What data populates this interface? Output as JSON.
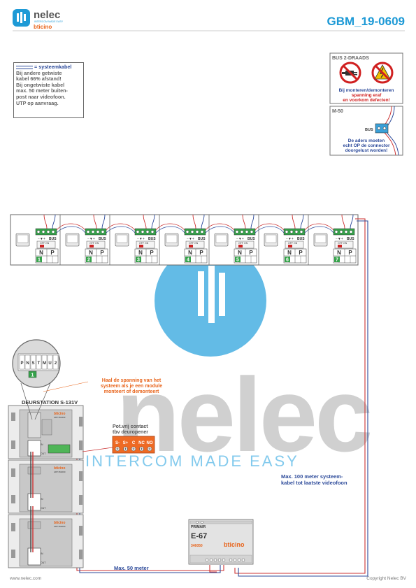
{
  "header": {
    "brand": "nelec",
    "tagline": "INTERCOM MADE EASY",
    "sub_brand": "bticino",
    "doc_id": "GBM_19-0609"
  },
  "legend": {
    "title": "= systeemkabel",
    "lines": [
      "Bij andere getwiste",
      "kabel 66% afstand!",
      "Bij ongetwiste kabel",
      "max. 50 meter buiten-",
      "post naar videofoon.",
      "UTP op aanvraag."
    ]
  },
  "warning": {
    "title": "BUS 2-DRAADS",
    "lines": [
      "Bij monteren/demonteren",
      "spanning eraf",
      "en voorkom defecten!"
    ]
  },
  "m50": {
    "title": "M-50",
    "bus_label": "BUS",
    "lines": [
      "De aders moeten",
      "echt OP de connector",
      "doorgelust worden!"
    ]
  },
  "videophones": {
    "bus_label": "BUS",
    "switch_label": "OFF ON",
    "terminal_labels": [
      "N",
      "P"
    ],
    "units": [
      "1",
      "2",
      "3",
      "4",
      "5",
      "6",
      "7"
    ]
  },
  "zoom": {
    "terminal_labels": [
      "P",
      "N",
      "S",
      "T",
      "M",
      "U",
      "2"
    ],
    "value": "1"
  },
  "station": {
    "title": "DEURSTATION S-131V",
    "module_brand": "bticino",
    "module_codes": [
      "ART.352403",
      "ART.352000",
      "ART.352000"
    ],
    "in_label": "IN",
    "out_label": "OUT"
  },
  "notes": {
    "power_warning": [
      "Haal de spanning van het",
      "systeem als je een module",
      "monteert of demonteert"
    ],
    "pot_contact": [
      "Pot.vrij contact",
      "tbv deuropener"
    ],
    "relay_terminals": [
      "S-",
      "S+",
      "C",
      "NC",
      "NO"
    ],
    "max100": [
      "Max. 100 meter systeem-",
      "kabel tot laatste videofoon"
    ],
    "max50": "Max. 50 meter"
  },
  "psu": {
    "label": "PRIMAIR",
    "model": "E-67",
    "code": "346050",
    "brand": "bticino"
  },
  "watermark": {
    "word": "nelec",
    "tagline": "INTERCOM MADE EASY"
  },
  "footer": {
    "website": "www.nelec.com",
    "copyright": "Copyright Nelec BV"
  },
  "colors": {
    "brand_blue": "#1e9ad6",
    "accent_orange": "#e8641b",
    "cable_blue": "#2c4a9a",
    "cable_red": "#cc3333",
    "terminal_green": "#35a24a"
  }
}
